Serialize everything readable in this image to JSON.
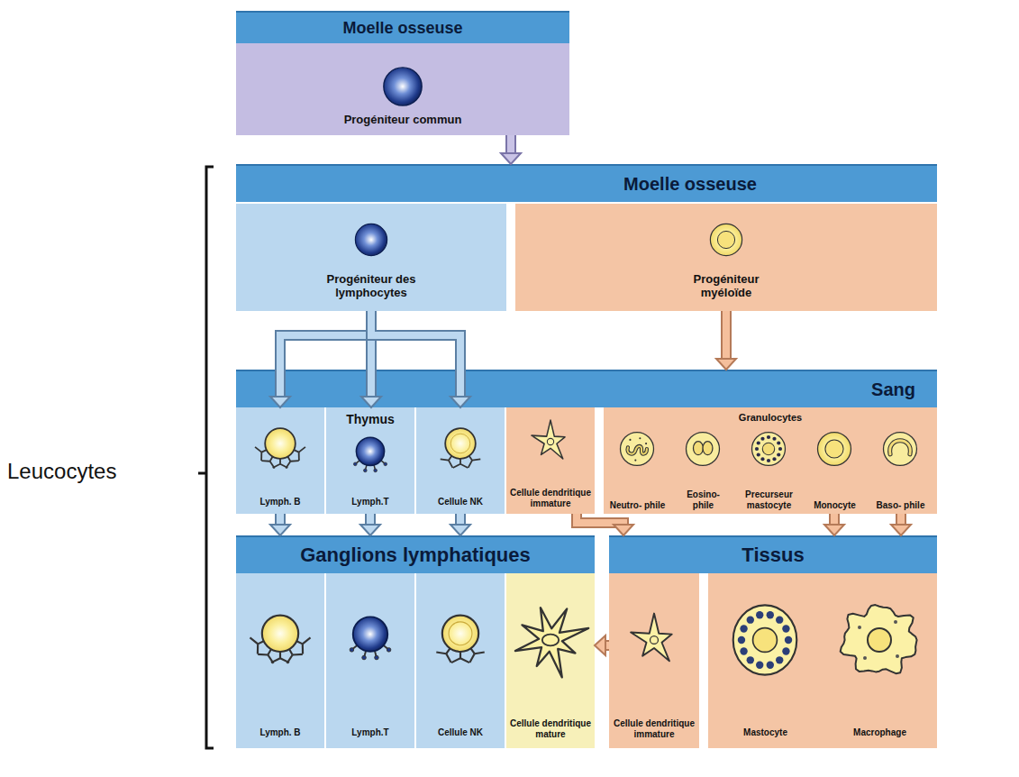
{
  "diagram": {
    "nodes": [
      {
        "text": [
          "Moelle osseuse",
          "Progéniteur commun"
        ]
      },
      {
        "text": [
          "Moelle osseuse"
        ]
      },
      {
        "text": [
          "Progéniteur des lymphocytes"
        ],
        "in": 1
      },
      {
        "text": [
          "Progéniteur myéloïde"
        ],
        "in": 1
      },
      {
        "text": [
          "Sang"
        ]
      },
      {
        "text": [
          "Lymph. B"
        ],
        "in": 4
      },
      {
        "text": [
          "Thymus",
          "Lymph.T"
        ],
        "in": 4
      },
      {
        "text": [
          "Cellule NK"
        ],
        "in": 4
      },
      {
        "text": [
          "Cellule dendritique immature"
        ],
        "in": 4
      },
      {
        "text": [
          "Granulocytes"
        ],
        "in": 4
      },
      {
        "text": [
          "Neutro- phile"
        ],
        "in": 9
      },
      {
        "text": [
          "Eosino- phile"
        ],
        "in": 9
      },
      {
        "text": [
          "Precurseur mastocyte"
        ],
        "in": 9
      },
      {
        "text": [
          "Monocyte"
        ],
        "in": 9
      },
      {
        "text": [
          "Baso- phile"
        ],
        "in": 9
      },
      {
        "text": [
          "Ganglions lymphatiques"
        ]
      },
      {
        "text": [
          "Lymph. B"
        ],
        "in": 15
      },
      {
        "text": [
          "Lymph.T"
        ],
        "in": 15
      },
      {
        "text": [
          "Cellule NK"
        ],
        "in": 15
      },
      {
        "text": [
          "Cellule dendritique mature"
        ],
        "in": 15
      },
      {
        "text": [
          "Tissus"
        ]
      },
      {
        "text": [
          "Cellule dendritique immature"
        ],
        "in": 20
      },
      {
        "text": [
          "Mastocyte"
        ],
        "in": 20
      },
      {
        "text": [
          "Macrophage"
        ],
        "in": 20
      }
    ],
    "edges": [
      {
        "from": 0,
        "to": 1,
        "arrow": "to"
      },
      {
        "from": 2,
        "to": 5,
        "arrow": "to"
      },
      {
        "from": 2,
        "to": 6,
        "arrow": "to"
      },
      {
        "from": 2,
        "to": 7,
        "arrow": "to"
      },
      {
        "from": 3,
        "to": 4,
        "arrow": "to"
      },
      {
        "from": 5,
        "to": 15,
        "arrow": "to"
      },
      {
        "from": 6,
        "to": 15,
        "arrow": "to"
      },
      {
        "from": 7,
        "to": 15,
        "arrow": "to"
      },
      {
        "from": 8,
        "to": 20,
        "arrow": "to"
      },
      {
        "from": 21,
        "to": 19,
        "arrow": "to"
      },
      {
        "from": 13,
        "to": 20,
        "arrow": "to"
      },
      {
        "from": 14,
        "to": 20,
        "arrow": "to"
      }
    ],
    "labels": [
      "Leucocytes"
    ]
  }
}
